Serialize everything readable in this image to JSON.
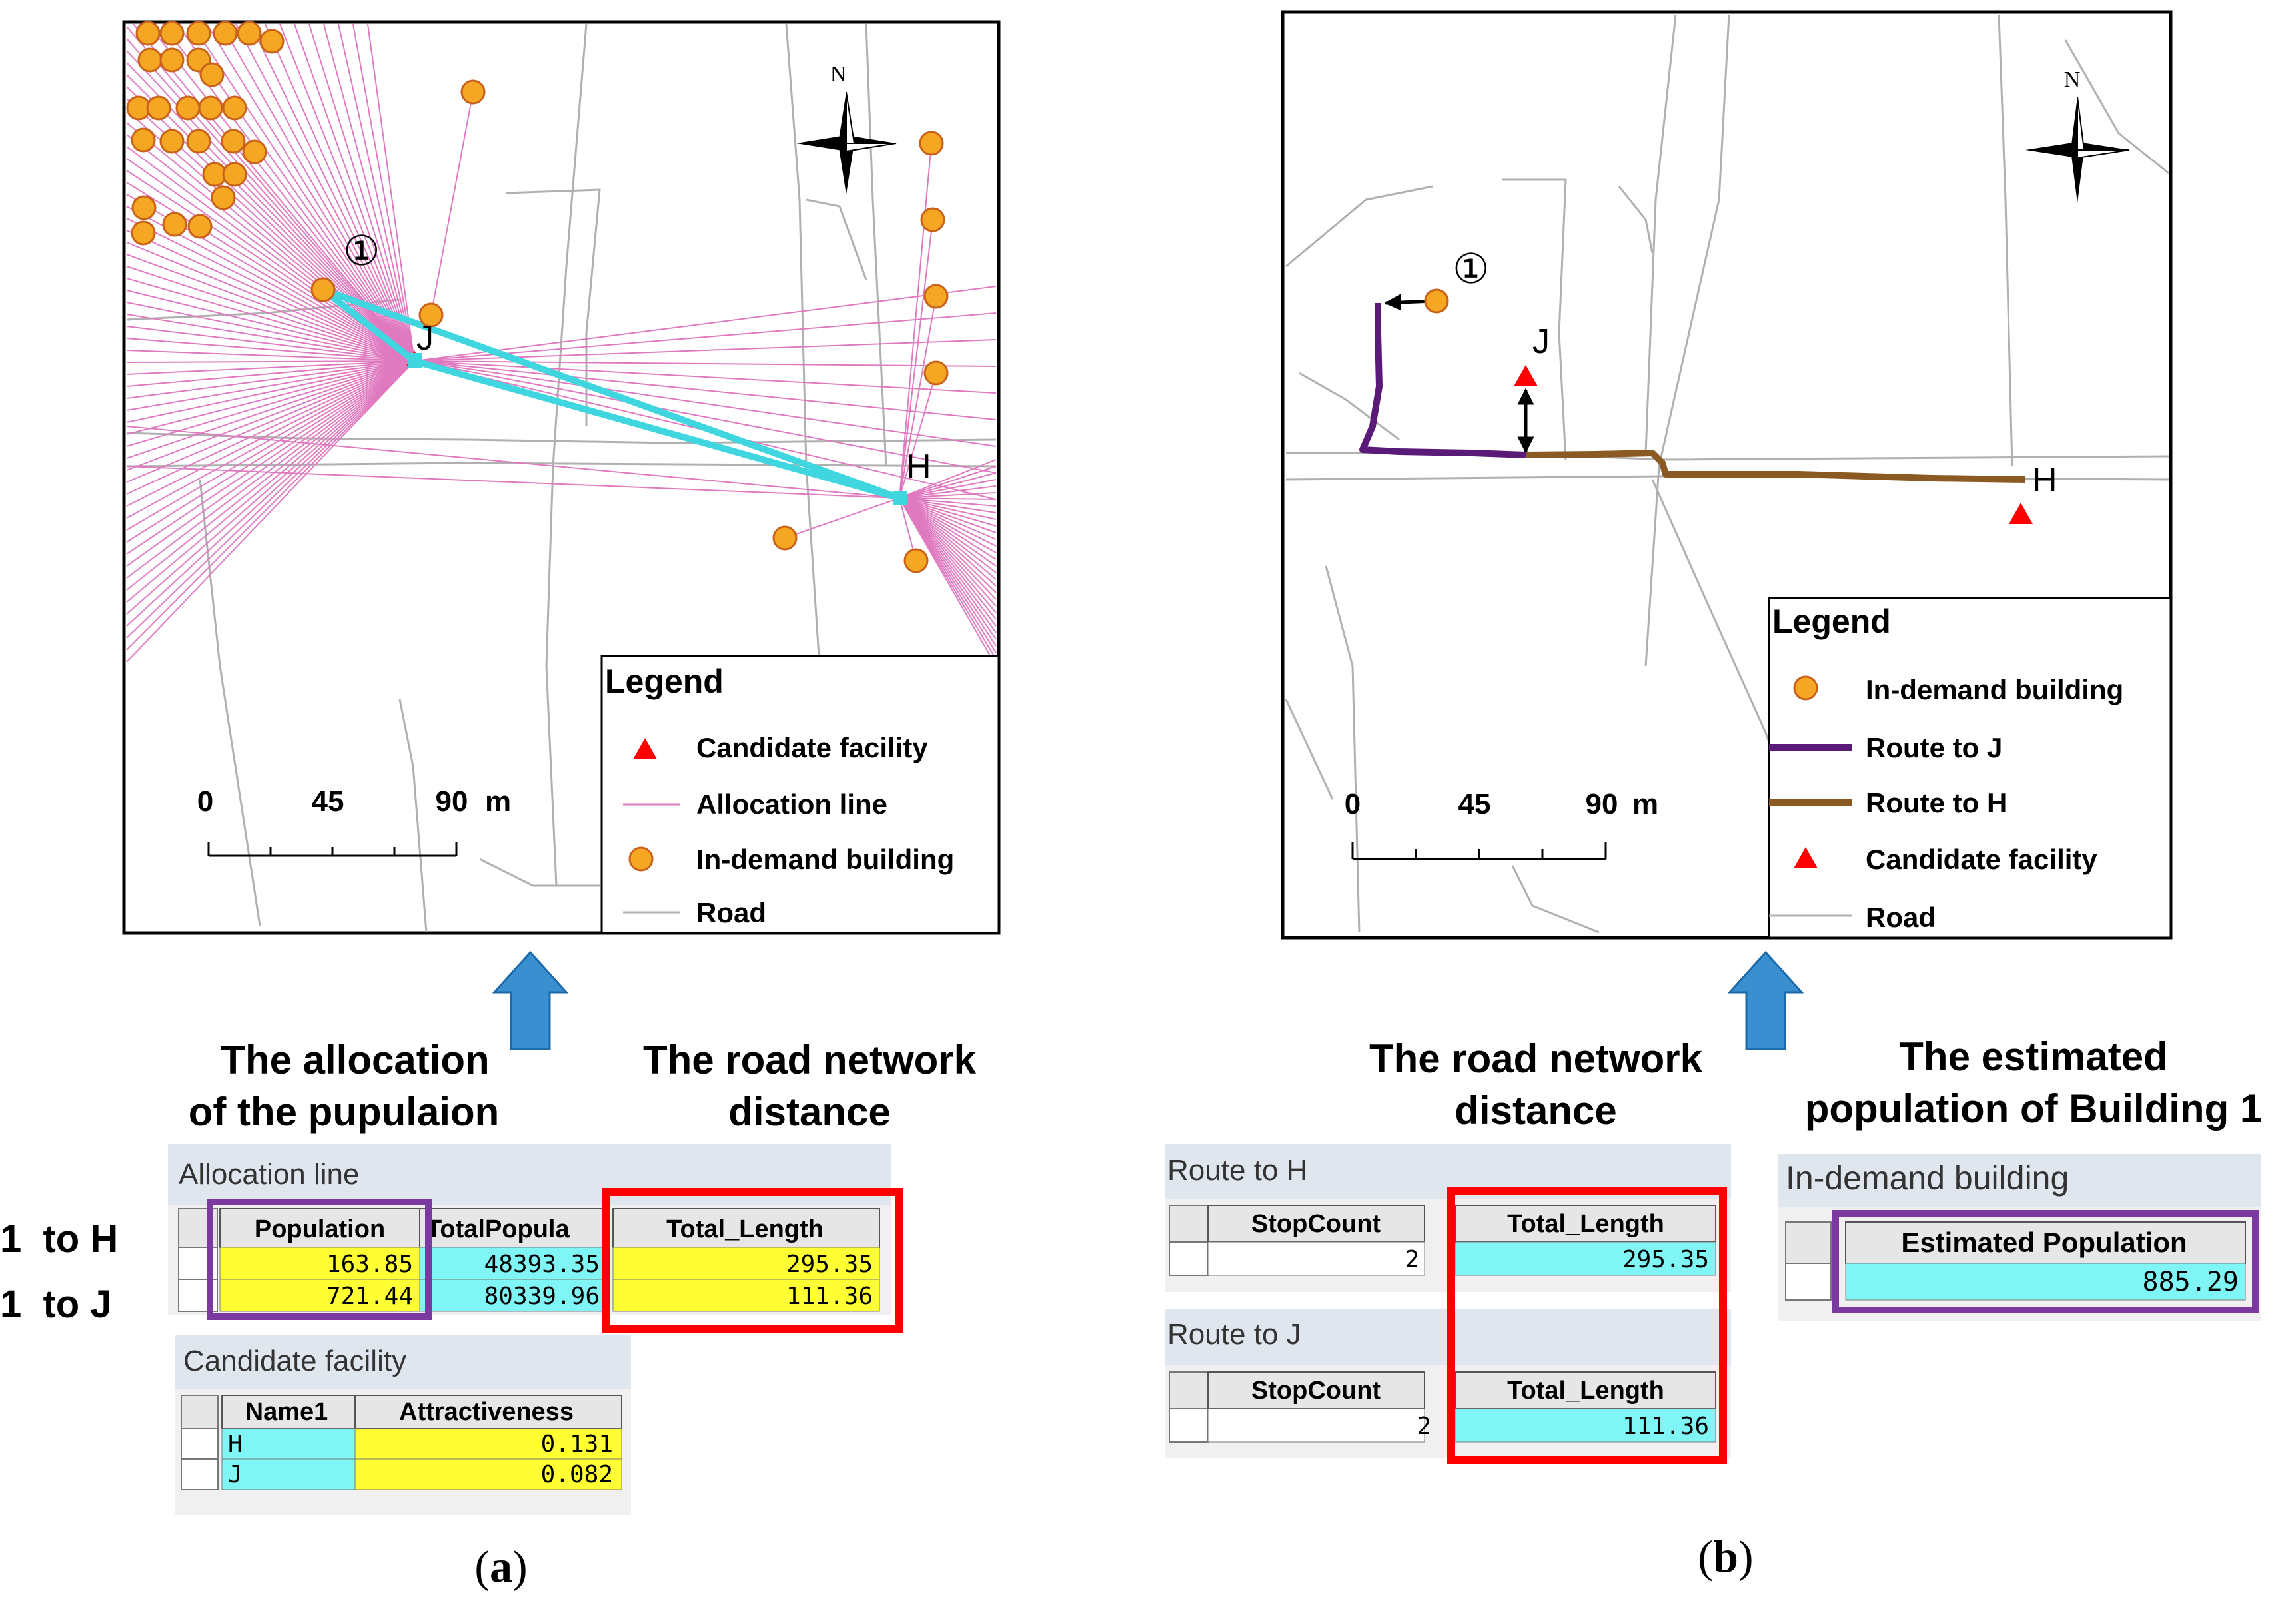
{
  "panel_a": {
    "map": {
      "labels": {
        "building1": "①",
        "J": "J",
        "H": "H"
      },
      "compass_n": "N",
      "scale": {
        "ticks": [
          "0",
          "45",
          "90"
        ],
        "unit": "m"
      },
      "legend": {
        "title": "Legend",
        "items": [
          "Candidate facility",
          "Allocation line",
          "In-demand building",
          "Road"
        ]
      }
    },
    "heading_left": [
      "The allocation",
      "of the pupulaion"
    ],
    "heading_right": [
      "The road network",
      "distance"
    ],
    "row_labels": [
      "1  to H",
      "1  to J"
    ],
    "allocation_table": {
      "title": "Allocation line",
      "columns": [
        "Population",
        "TotalPopula",
        "Total_Length"
      ],
      "rows": [
        [
          "163.85",
          "48393.35",
          "295.35"
        ],
        [
          "721.44",
          "80339.96",
          "111.36"
        ]
      ]
    },
    "facility_table": {
      "title": "Candidate facility",
      "columns": [
        "Name1",
        "Attractiveness"
      ],
      "rows": [
        [
          "H",
          "0.131"
        ],
        [
          "J",
          "0.082"
        ]
      ]
    },
    "caption": {
      "open": "(",
      "letter": "a",
      "close": ")"
    }
  },
  "panel_b": {
    "map": {
      "labels": {
        "building1": "①",
        "J": "J",
        "H": "H"
      },
      "compass_n": "N",
      "scale": {
        "ticks": [
          "0",
          "45",
          "90"
        ],
        "unit": "m"
      },
      "legend": {
        "title": "Legend",
        "items": [
          "In-demand building",
          "Route to J",
          "Route to H",
          "Candidate facility",
          "Road"
        ]
      }
    },
    "heading_left": [
      "The road network",
      "distance"
    ],
    "heading_right": [
      "The estimated",
      "population of Building 1"
    ],
    "route_h_table": {
      "title": "Route to H",
      "columns": [
        "StopCount",
        "Total_Length"
      ],
      "rows": [
        [
          "2",
          "295.35"
        ]
      ]
    },
    "route_j_table": {
      "title": "Route to J",
      "columns": [
        "StopCount",
        "Total_Length"
      ],
      "rows": [
        [
          "2",
          "111.36"
        ]
      ]
    },
    "building_table": {
      "title": "In-demand building",
      "columns": [
        "Estimated Population"
      ],
      "rows": [
        [
          "885.29"
        ]
      ]
    },
    "caption": {
      "open": "(",
      "letter": "b",
      "close": ")"
    }
  },
  "colors": {
    "building": "#f5a623",
    "building_stroke": "#c8611a",
    "allocation_line": "#e07ac0",
    "highlight_line": "#3fd6e0",
    "facility": "#ff0000",
    "route_j": "#5a1a78",
    "route_h": "#8a5a22",
    "road": "#b0b0b0",
    "arrow": "#3a8fd0",
    "yellow_cell": "#ffff33",
    "cyan_cell": "#80f5f5",
    "red_box": "#ff0000",
    "purple_box": "#7a3aa0"
  }
}
